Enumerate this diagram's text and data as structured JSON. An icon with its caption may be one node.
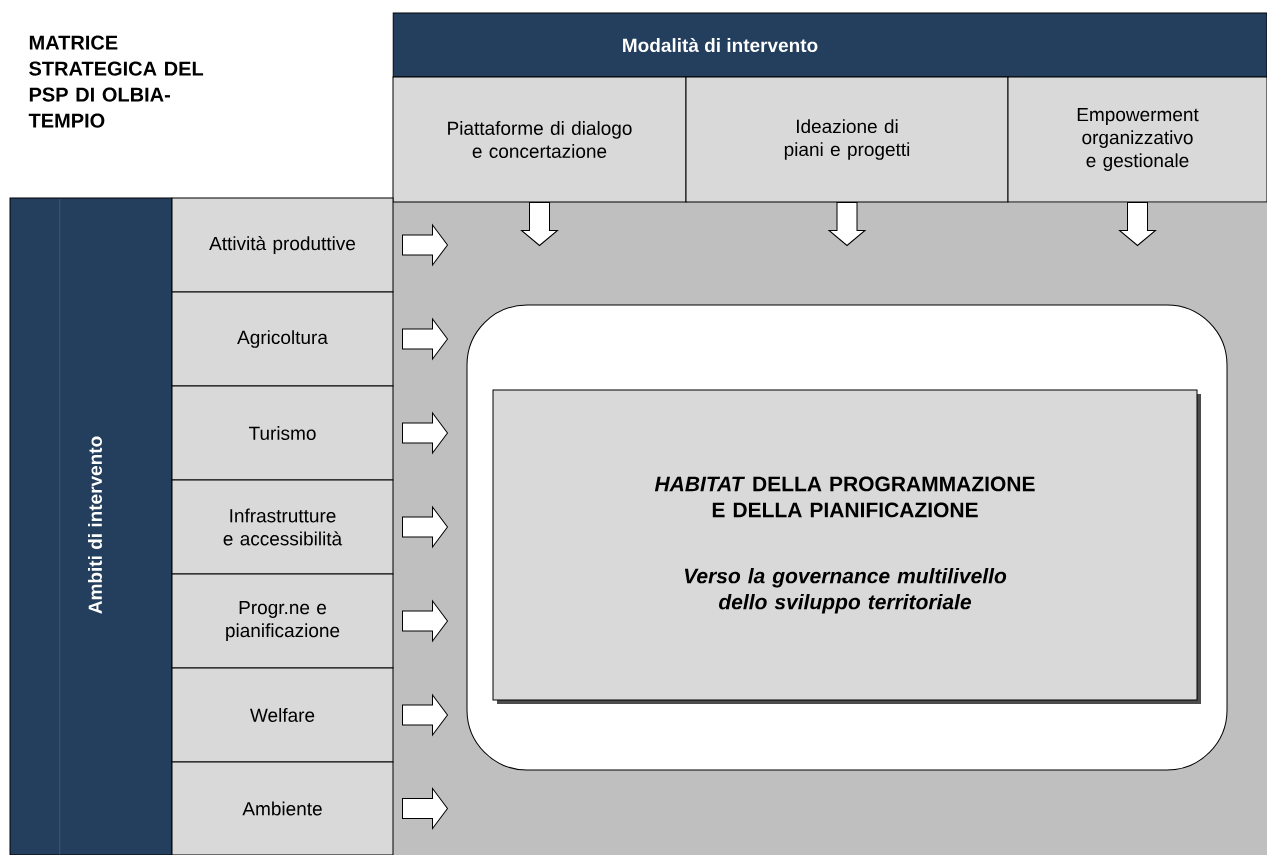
{
  "diagram": {
    "title": "MATRICE STRATEGICA DEL PSP DI OLBIA-TEMPIO",
    "nodes": [
      {
        "text": [
          "Modalità di intervento"
        ]
      },
      {
        "text": [
          "Piattaforme di dialogo e concertazione"
        ]
      },
      {
        "text": [
          "Ideazione di piani e progetti"
        ]
      },
      {
        "text": [
          "Empowerment organizzativo e gestionale"
        ]
      },
      {
        "text": [
          "Ambiti di intervento"
        ]
      },
      {
        "text": [
          "Attività produttive"
        ]
      },
      {
        "text": [
          "Agricoltura"
        ]
      },
      {
        "text": [
          "Turismo"
        ]
      },
      {
        "text": [
          "Infrastrutture e accessibilità"
        ]
      },
      {
        "text": [
          "Progr.ne e pianificazione"
        ]
      },
      {
        "text": [
          "Welfare"
        ]
      },
      {
        "text": [
          "Ambiente"
        ]
      },
      {
        "text": [],
        "shape": "box"
      },
      {
        "text": [
          "*HABITAT* DELLA PROGRAMMAZIONE E DELLA PIANIFICAZIONE",
          "Verso la governance multilivello dello sviluppo territoriale"
        ],
        "in": 12
      }
    ],
    "edges": [
      {
        "from": 1,
        "to": null,
        "arrow": "to"
      },
      {
        "from": 2,
        "to": null,
        "arrow": "to"
      },
      {
        "from": 3,
        "to": null,
        "arrow": "to"
      },
      {
        "from": 5,
        "to": null,
        "arrow": "to"
      },
      {
        "from": 6,
        "to": null,
        "arrow": "to"
      },
      {
        "from": 7,
        "to": null,
        "arrow": "to"
      },
      {
        "from": 8,
        "to": null,
        "arrow": "to"
      },
      {
        "from": 9,
        "to": null,
        "arrow": "to"
      },
      {
        "from": 10,
        "to": null,
        "arrow": "to"
      },
      {
        "from": 11,
        "to": null,
        "arrow": "to"
      }
    ]
  }
}
